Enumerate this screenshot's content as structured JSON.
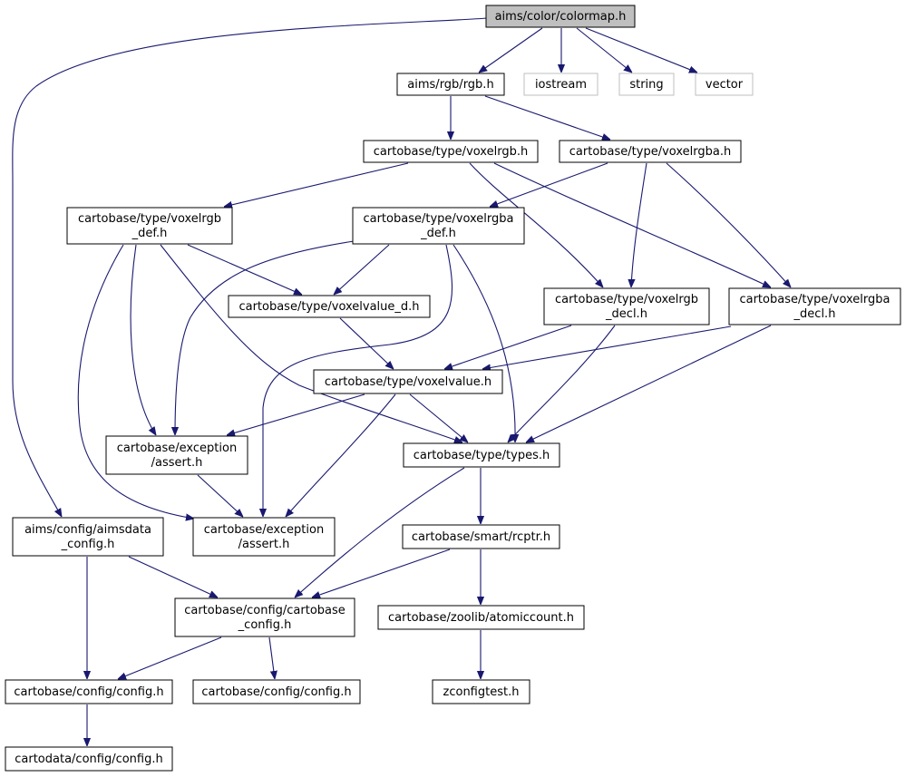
{
  "graph": {
    "edge_color": "#191970",
    "root_fill": "#bfbfbf",
    "system_header_border": "#bfbfbf",
    "nodes": [
      {
        "id": "colormap",
        "lines": [
          "aims/color/colormap.h"
        ],
        "kind": "root"
      },
      {
        "id": "rgb",
        "lines": [
          "aims/rgb/rgb.h"
        ],
        "kind": "normal"
      },
      {
        "id": "iostream",
        "lines": [
          "iostream"
        ],
        "kind": "system"
      },
      {
        "id": "string",
        "lines": [
          "string"
        ],
        "kind": "system"
      },
      {
        "id": "vector",
        "lines": [
          "vector"
        ],
        "kind": "system"
      },
      {
        "id": "voxelrgb",
        "lines": [
          "cartobase/type/voxelrgb.h"
        ],
        "kind": "normal"
      },
      {
        "id": "voxelrgba",
        "lines": [
          "cartobase/type/voxelrgba.h"
        ],
        "kind": "normal"
      },
      {
        "id": "voxelrgb_def",
        "lines": [
          "cartobase/type/voxelrgb",
          "_def.h"
        ],
        "kind": "normal"
      },
      {
        "id": "voxelrgba_def",
        "lines": [
          "cartobase/type/voxelrgba",
          "_def.h"
        ],
        "kind": "normal"
      },
      {
        "id": "voxelrgb_decl",
        "lines": [
          "cartobase/type/voxelrgb",
          "_decl.h"
        ],
        "kind": "normal"
      },
      {
        "id": "voxelrgba_decl",
        "lines": [
          "cartobase/type/voxelrgba",
          "_decl.h"
        ],
        "kind": "normal"
      },
      {
        "id": "voxelvalue_d",
        "lines": [
          "cartobase/type/voxelvalue_d.h"
        ],
        "kind": "normal"
      },
      {
        "id": "voxelvalue",
        "lines": [
          "cartobase/type/voxelvalue.h"
        ],
        "kind": "normal"
      },
      {
        "id": "assert1",
        "lines": [
          "cartobase/exception",
          "/assert.h"
        ],
        "kind": "normal"
      },
      {
        "id": "types",
        "lines": [
          "cartobase/type/types.h"
        ],
        "kind": "normal"
      },
      {
        "id": "aimsdata_config",
        "lines": [
          "aims/config/aimsdata",
          "_config.h"
        ],
        "kind": "normal"
      },
      {
        "id": "assert2",
        "lines": [
          "cartobase/exception",
          "/assert.h"
        ],
        "kind": "normal"
      },
      {
        "id": "rcptr",
        "lines": [
          "cartobase/smart/rcptr.h"
        ],
        "kind": "normal"
      },
      {
        "id": "cartobase_config",
        "lines": [
          "cartobase/config/cartobase",
          "_config.h"
        ],
        "kind": "normal"
      },
      {
        "id": "atomiccount",
        "lines": [
          "cartobase/zoolib/atomiccount.h"
        ],
        "kind": "normal"
      },
      {
        "id": "config1",
        "lines": [
          "cartobase/config/config.h"
        ],
        "kind": "normal"
      },
      {
        "id": "config2",
        "lines": [
          "cartobase/config/config.h"
        ],
        "kind": "normal"
      },
      {
        "id": "zconfigtest",
        "lines": [
          "zconfigtest.h"
        ],
        "kind": "normal"
      },
      {
        "id": "cartodata_config",
        "lines": [
          "cartodata/config/config.h"
        ],
        "kind": "normal"
      }
    ],
    "edges": [
      [
        "colormap",
        "rgb"
      ],
      [
        "colormap",
        "iostream"
      ],
      [
        "colormap",
        "string"
      ],
      [
        "colormap",
        "vector"
      ],
      [
        "colormap",
        "aimsdata_config"
      ],
      [
        "rgb",
        "voxelrgb"
      ],
      [
        "rgb",
        "voxelrgba"
      ],
      [
        "voxelrgb",
        "voxelrgb_def"
      ],
      [
        "voxelrgb",
        "voxelrgb_decl"
      ],
      [
        "voxelrgb",
        "voxelrgba_decl"
      ],
      [
        "voxelrgba",
        "voxelrgba_def"
      ],
      [
        "voxelrgba",
        "voxelrgb_decl"
      ],
      [
        "voxelrgba",
        "voxelrgba_decl"
      ],
      [
        "voxelrgb_def",
        "voxelvalue_d"
      ],
      [
        "voxelrgb_def",
        "assert1"
      ],
      [
        "voxelrgb_def",
        "types"
      ],
      [
        "voxelrgb_def",
        "assert2"
      ],
      [
        "voxelrgba_def",
        "voxelvalue_d"
      ],
      [
        "voxelrgba_def",
        "assert1"
      ],
      [
        "voxelrgba_def",
        "types"
      ],
      [
        "voxelrgba_def",
        "assert2"
      ],
      [
        "voxelvalue_d",
        "voxelvalue"
      ],
      [
        "voxelrgb_decl",
        "voxelvalue"
      ],
      [
        "voxelrgb_decl",
        "types"
      ],
      [
        "voxelrgba_decl",
        "voxelvalue"
      ],
      [
        "voxelrgba_decl",
        "types"
      ],
      [
        "voxelvalue",
        "assert1"
      ],
      [
        "voxelvalue",
        "types"
      ],
      [
        "voxelvalue",
        "assert2"
      ],
      [
        "assert1",
        "assert2"
      ],
      [
        "types",
        "rcptr"
      ],
      [
        "types",
        "cartobase_config"
      ],
      [
        "aimsdata_config",
        "cartobase_config"
      ],
      [
        "aimsdata_config",
        "config1"
      ],
      [
        "rcptr",
        "cartobase_config"
      ],
      [
        "rcptr",
        "atomiccount"
      ],
      [
        "cartobase_config",
        "config1"
      ],
      [
        "cartobase_config",
        "config2"
      ],
      [
        "atomiccount",
        "zconfigtest"
      ],
      [
        "config1",
        "cartodata_config"
      ]
    ]
  }
}
